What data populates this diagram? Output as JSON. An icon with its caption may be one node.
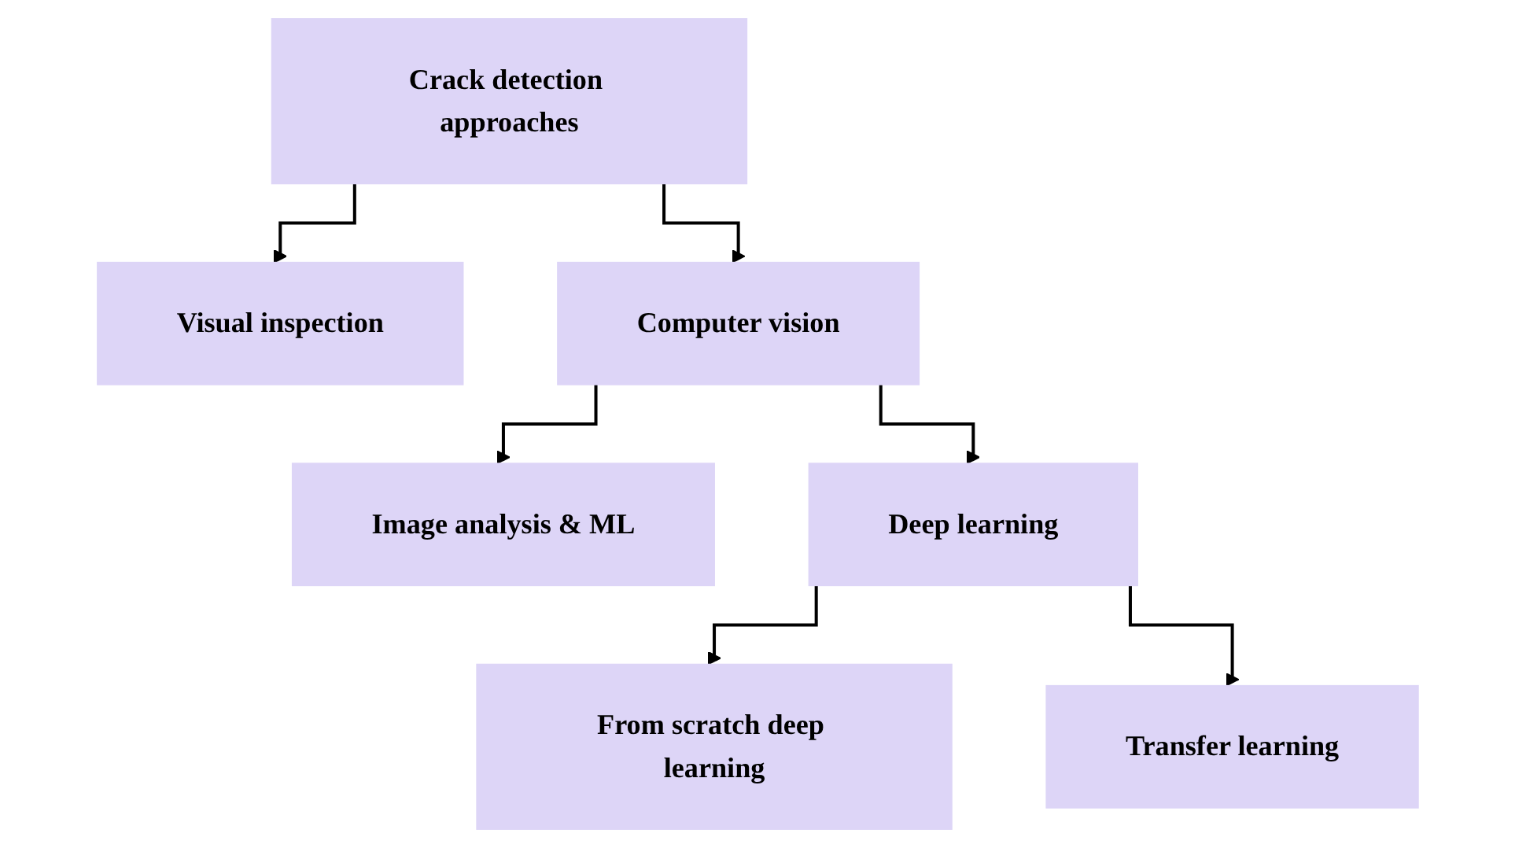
{
  "diagram": {
    "nodes": [
      {
        "text": [
          "Crack detection approaches"
        ]
      },
      {
        "text": [
          "Visual inspection"
        ]
      },
      {
        "text": [
          "Computer vision"
        ]
      },
      {
        "text": [
          "Image analysis & ML"
        ]
      },
      {
        "text": [
          "Deep learning"
        ]
      },
      {
        "text": [
          "From scratch deep learning"
        ]
      },
      {
        "text": [
          "Transfer learning"
        ]
      }
    ],
    "edges": [
      {
        "from": 0,
        "to": 1,
        "arrow": "to"
      },
      {
        "from": 0,
        "to": 2,
        "arrow": "to"
      },
      {
        "from": 2,
        "to": 3,
        "arrow": "to"
      },
      {
        "from": 2,
        "to": 4,
        "arrow": "to"
      },
      {
        "from": 4,
        "to": 5,
        "arrow": "to"
      },
      {
        "from": 4,
        "to": 6,
        "arrow": "to"
      }
    ]
  }
}
